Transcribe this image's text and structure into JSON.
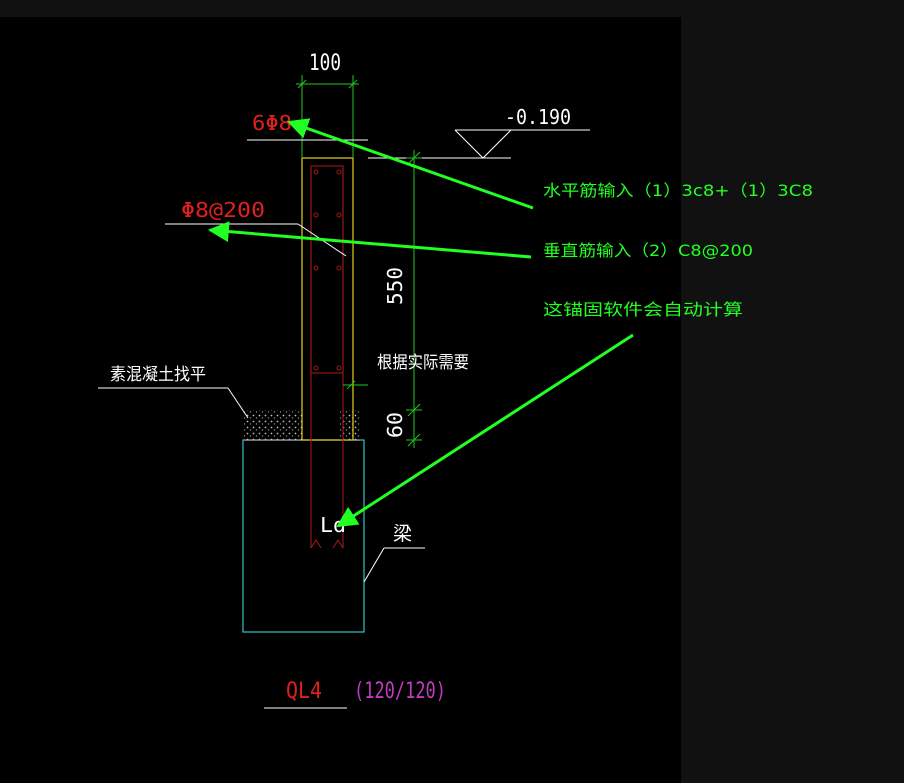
{
  "drawing": {
    "dimension_top": "100",
    "rebar_horizontal_label": "6Φ8",
    "rebar_vertical_label": "Φ8@200",
    "elevation_label": "-0.190",
    "dimension_height": "550",
    "dimension_bottom": "60",
    "note_actual_need": "根据实际需要",
    "note_concrete_leveling": "素混凝土找平",
    "anchorage_label": "Ld",
    "beam_label": "梁",
    "section_name": "QL4",
    "section_size": "(120/120)"
  },
  "annotations": {
    "horizontal_rebar_input": "水平筋输入（1）3c8+（1）3C8",
    "vertical_rebar_input": "垂直筋输入（2）C8@200",
    "anchorage_note": "这锚固软件会自动计算"
  },
  "colors": {
    "background": "#000000",
    "panel": "#111111",
    "white_line": "#ffffff",
    "red_text": "#e0201c",
    "yellow_outline": "#e6d11a",
    "cyan_outline": "#2ec4c4",
    "green_dim": "#22c322",
    "magenta_text": "#c23cc2",
    "bright_green_arrow": "#22ff22",
    "dark_red_rebar": "#a01818"
  }
}
